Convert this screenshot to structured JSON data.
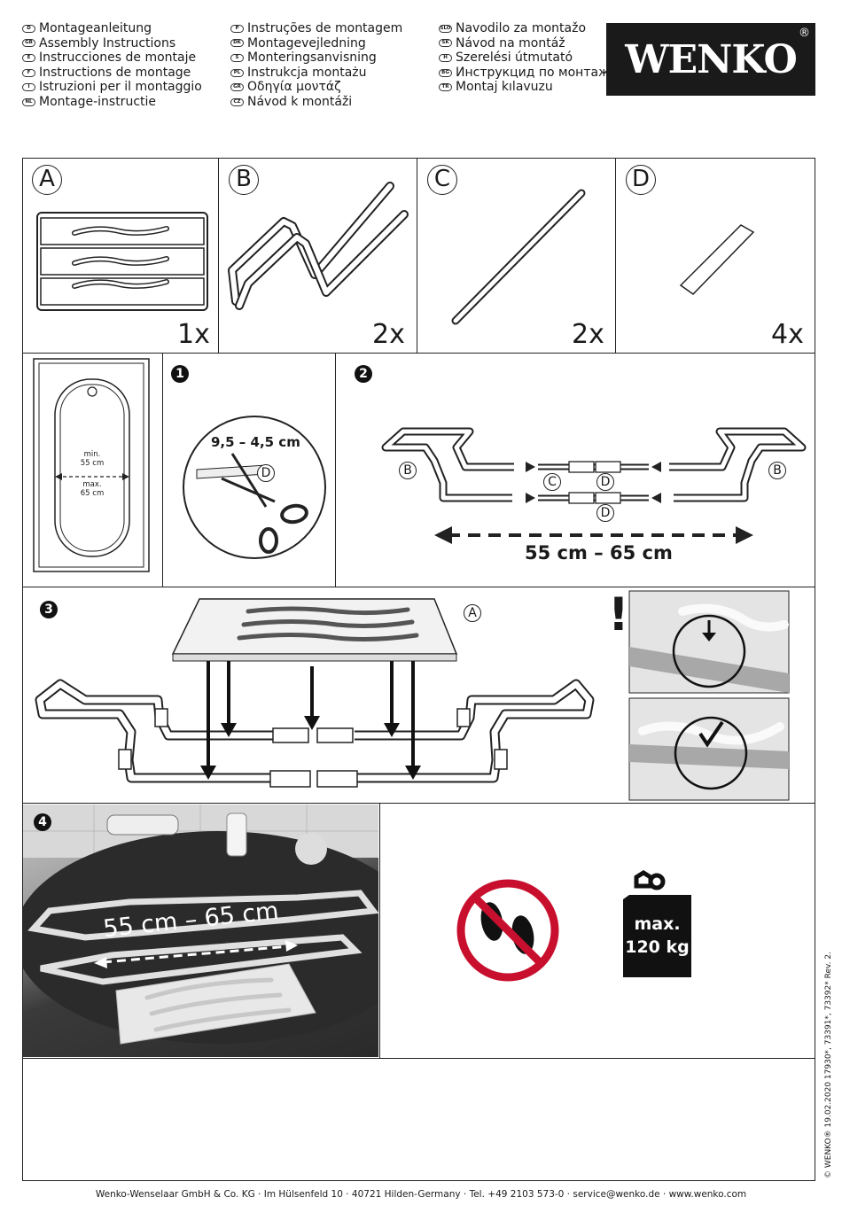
{
  "header": {
    "col1": [
      {
        "code": "D",
        "text": "Montageanleitung"
      },
      {
        "code": "GB",
        "text": "Assembly Instructions"
      },
      {
        "code": "E",
        "text": "Instrucciones de montaje"
      },
      {
        "code": "F",
        "text": "Instructions de montage"
      },
      {
        "code": "I",
        "text": "Istruzioni per il montaggio"
      },
      {
        "code": "NL",
        "text": "Montage-instructie"
      }
    ],
    "col2": [
      {
        "code": "P",
        "text": "Instruções de montagem"
      },
      {
        "code": "DK",
        "text": "Montagevejledning"
      },
      {
        "code": "S",
        "text": "Monteringsanvisning"
      },
      {
        "code": "PL",
        "text": "Instrukcja montażu"
      },
      {
        "code": "GR",
        "text": "Οδηγία μοντάζ"
      },
      {
        "code": "CZ",
        "text": "Návod k montáži"
      }
    ],
    "col3": [
      {
        "code": "SLO",
        "text": "Navodilo za montažo"
      },
      {
        "code": "SK",
        "text": "Návod na montáž"
      },
      {
        "code": "H",
        "text": "Szerelési útmutató"
      },
      {
        "code": "BG",
        "text": "Инструкцид по монтаж"
      },
      {
        "code": "TR",
        "text": "Montaj kılavuzu"
      }
    ],
    "logo": "WENKO",
    "logo_reg": "®"
  },
  "parts": [
    {
      "letter": "A",
      "qty": "1x"
    },
    {
      "letter": "B",
      "qty": "2x"
    },
    {
      "letter": "C",
      "qty": "2x"
    },
    {
      "letter": "D",
      "qty": "4x"
    }
  ],
  "tub": {
    "min": "min.",
    "min_val": "55 cm",
    "max": "max.",
    "max_val": "65 cm"
  },
  "step1": {
    "num": "1",
    "measure": "9,5 – 4,5 cm",
    "part": "D"
  },
  "step2": {
    "num": "2",
    "labels": {
      "b": "B",
      "c": "C",
      "d": "D"
    },
    "measure": "55 cm – 65 cm"
  },
  "step3": {
    "num": "3",
    "part": "A",
    "warning": "!"
  },
  "step4": {
    "num": "4",
    "measure": "55 cm – 65 cm"
  },
  "weight": {
    "line1": "max.",
    "line2": "120 kg"
  },
  "footer": "Wenko-Wenselaar GmbH & Co. KG · Im Hülsenfeld 10 · 40721 Hilden-Germany · Tel. +49 2103 573-0 · service@wenko.de · www.wenko.com",
  "side_note": "© WENKO® 19.02.2020 17930*, 73391*, 73392* Rev. 2."
}
